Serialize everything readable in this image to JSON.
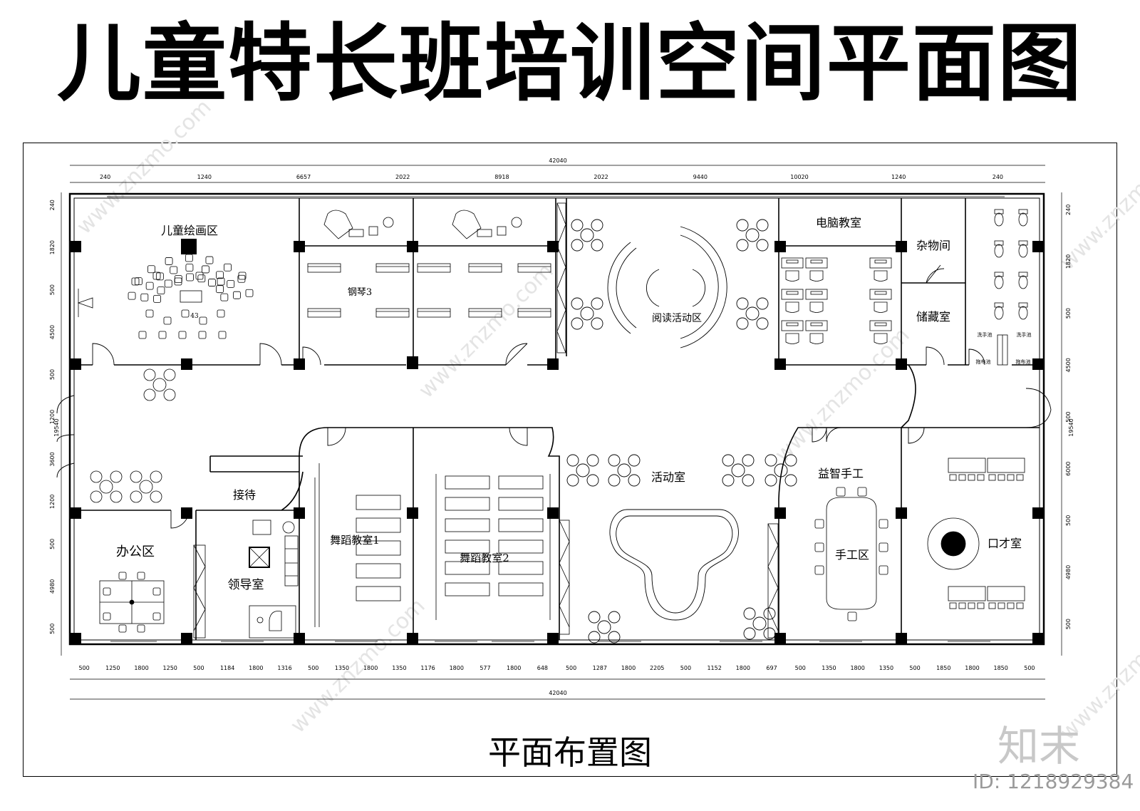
{
  "title": "儿童特长班培训空间平面图",
  "subtitle": "平面布置图",
  "logo": "知末",
  "id_tag": "ID: 1218929384",
  "watermark": "www.znzmo.com",
  "rooms": {
    "drawing": "儿童绘画区",
    "drawing_count": "43",
    "piano": "钢琴3",
    "reading": "阅读活动区",
    "computer": "电脑教室",
    "sundry": "杂物间",
    "storage": "储藏室",
    "wash_left": "洗手池",
    "wash_right": "洗手池",
    "mop_left": "拖布池",
    "mop_right": "拖布池",
    "reception": "接待",
    "office": "办公区",
    "leader": "领导室",
    "dance1": "舞蹈教室1",
    "dance2": "舞蹈教室2",
    "activity": "活动室",
    "puzzle": "益智手工",
    "handcraft": "手工区",
    "speech": "口才室"
  },
  "dimensions": {
    "overall": "42040",
    "top": [
      "240",
      "1240",
      "6657",
      "2022",
      "8918",
      "2022",
      "9440",
      "10020",
      "1240",
      "240"
    ],
    "bottom": [
      "500",
      "1250",
      "1800",
      "1250",
      "500",
      "1184",
      "1800",
      "1316",
      "500",
      "1350",
      "1800",
      "1350",
      "1176",
      "1800",
      "577",
      "1800",
      "648",
      "500",
      "1287",
      "1800",
      "2205",
      "500",
      "1152",
      "1800",
      "697",
      "500",
      "1350",
      "1800",
      "1350",
      "500",
      "1850",
      "1800",
      "1850",
      "500"
    ],
    "left": [
      "240",
      "1820",
      "500",
      "4500",
      "500",
      "1200",
      "3600",
      "1200",
      "500",
      "4980",
      "500"
    ],
    "left_total": "19540",
    "right": [
      "240",
      "1820",
      "500",
      "4500",
      "500",
      "6000",
      "500",
      "4980",
      "500"
    ],
    "right_total": "19540"
  },
  "colors": {
    "line": "#000000",
    "watermark": "#e4e4e4",
    "logo": "#c8c8c8"
  }
}
